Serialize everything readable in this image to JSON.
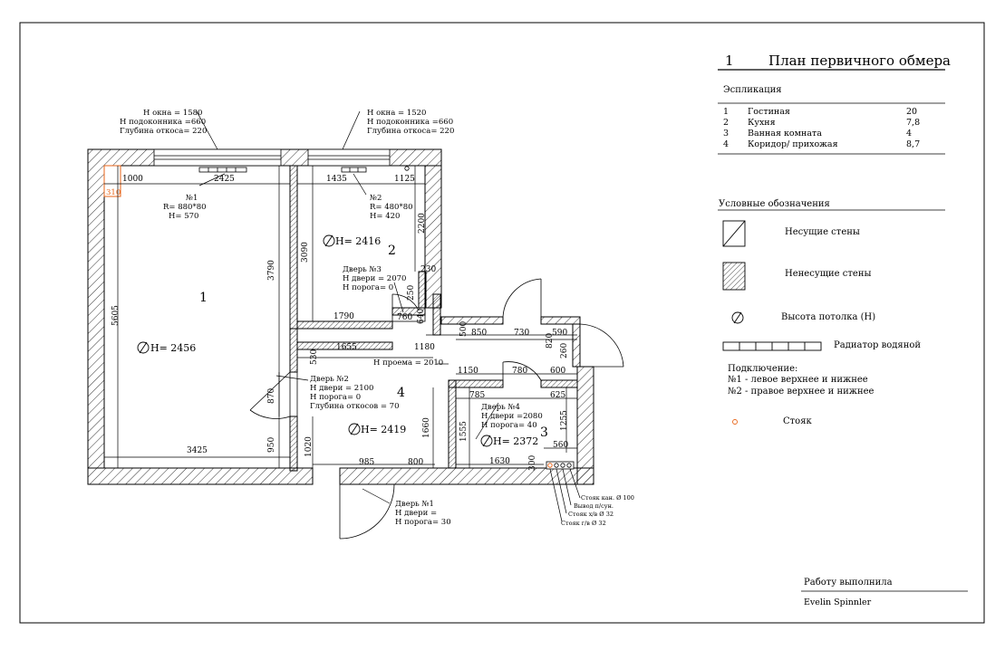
{
  "title": {
    "number": "1",
    "text": "План первичного обмера"
  },
  "explication": {
    "heading": "Эспликация",
    "rows": [
      {
        "n": "1",
        "name": "Гостиная",
        "area": "20"
      },
      {
        "n": "2",
        "name": "Кухня",
        "area": "7,8"
      },
      {
        "n": "3",
        "name": "Ванная комната",
        "area": "4"
      },
      {
        "n": "4",
        "name": "Коридор/ прихожая",
        "area": "8,7"
      }
    ]
  },
  "legend": {
    "heading": "Условные обозначения",
    "bearing_walls": "Несущие стены",
    "partition_walls": "Ненесущие стены",
    "ceiling_height": "Высота потолка (H)",
    "radiator": "Радиатор водяной",
    "connection_title": "Подключение:",
    "connection_1": "№1 - левое верхнее и нижнее",
    "connection_2": "№2 - правое верхнее и нижнее",
    "riser": "Стояк"
  },
  "signature": {
    "label": "Работу выполнила",
    "name": "Evelin Spinnler"
  },
  "plan": {
    "room_numbers": [
      "1",
      "2",
      "3",
      "4"
    ],
    "heights": [
      "H= 2456",
      "H= 2416",
      "H= 2419",
      "H= 2372"
    ],
    "dims": {
      "d1000": "1000",
      "d2425": "2425",
      "d1435": "1435",
      "d1125": "1125",
      "d310": "310",
      "d2200": "2200",
      "d3790": "3790",
      "d3090": "3090",
      "d5605": "5605",
      "d230": "230",
      "d250": "250",
      "d640": "640",
      "d1790": "1790",
      "d760": "760",
      "d500": "500",
      "d850": "850",
      "d730": "730",
      "d590": "590",
      "d820": "820",
      "d260": "260",
      "d1655": "1655",
      "d1180": "1180",
      "d530": "530",
      "d1150": "1150",
      "d780": "780",
      "d600": "600",
      "d870": "870",
      "d785": "785",
      "d625": "625",
      "d1660": "1660",
      "d1555": "1555",
      "d1255": "1255",
      "d950": "950",
      "d1020": "1020",
      "d3425": "3425",
      "d985": "985",
      "d800": "800",
      "d1630": "1630",
      "d300": "300",
      "d560": "560"
    },
    "window1": [
      "Н окна = 1580",
      "Н подоконника =660",
      "Глубина откоса= 220"
    ],
    "window2": [
      "Н окна = 1520",
      "Н подоконника =660",
      "Глубина откоса= 220"
    ],
    "rad1": [
      "№1",
      "R= 880*80",
      "H= 570"
    ],
    "rad2": [
      "№2",
      "R= 480*80",
      "H= 420"
    ],
    "door3": [
      "Дверь №3",
      "Н двери = 2070",
      "Н порога= 0"
    ],
    "door2": [
      "Дверь №2",
      "Н двери = 2100",
      "Н порога= 0",
      "Глубина откосов = 70"
    ],
    "door4": [
      "Дверь №4",
      "Н двери =2080",
      "Н порога= 40"
    ],
    "door1": [
      "Дверь №1",
      "Н двери =",
      "Н порога= 30"
    ],
    "opening": "Н проема = 2010",
    "pipes": [
      "Стояк кан. Ø 100",
      "Вывод п/сун.",
      "Стояк х/в Ø 32",
      "Стояк г/в Ø 32"
    ]
  },
  "colors": {
    "ink": "#000000",
    "riser": "#e8661a",
    "red_dim": "#e8661a"
  }
}
